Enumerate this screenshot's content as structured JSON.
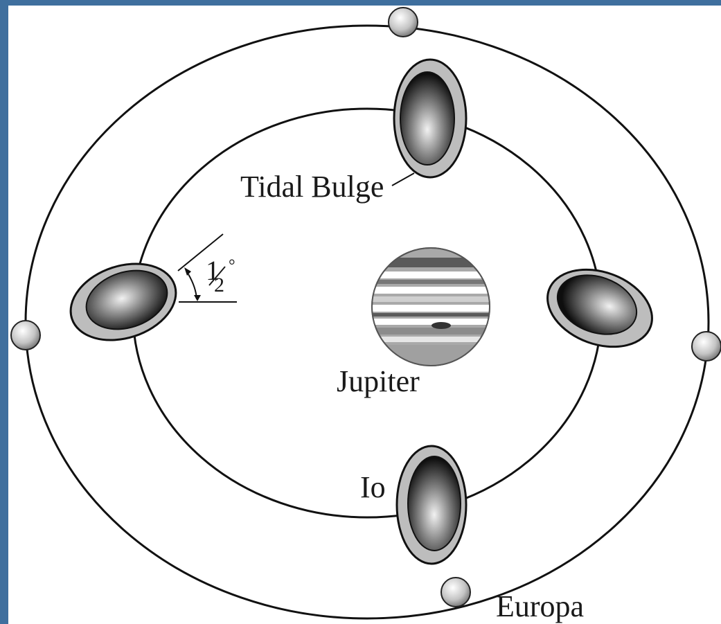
{
  "labels": {
    "tidal_bulge": "Tidal Bulge",
    "jupiter": "Jupiter",
    "io": "Io",
    "europa": "Europa",
    "angle_one": "1",
    "angle_two": "2",
    "angle_degree": "°"
  },
  "colors": {
    "slide_background": "#3f6f9e",
    "panel": "#ffffff",
    "orbit": "#111111",
    "bulge_fill": "#bdbdbd"
  },
  "angle": {
    "value_degrees": 0.5
  }
}
